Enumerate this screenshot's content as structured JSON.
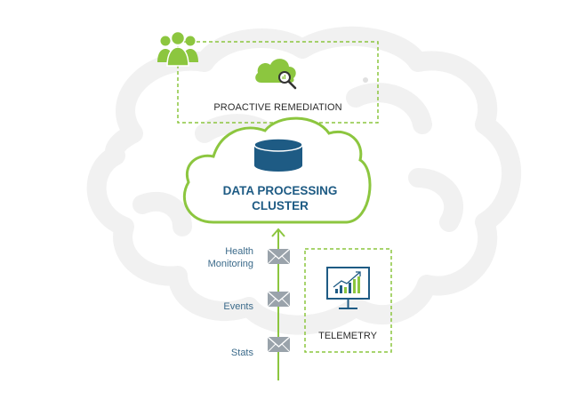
{
  "diagram": {
    "remediation": {
      "title": "PROACTIVE REMEDIATION",
      "icon": "cloud-magnifier-icon"
    },
    "cluster": {
      "title_line1": "DATA PROCESSING",
      "title_line2": "CLUSTER",
      "icon": "database-icon"
    },
    "users_icon": "users-icon",
    "flow_labels": {
      "health_line1": "Health",
      "health_line2": "Monitoring",
      "events": "Events",
      "stats": "Stats"
    },
    "telemetry": {
      "title": "TELEMETRY",
      "icon": "monitor-chart-icon"
    },
    "colors": {
      "green": "#8cc63f",
      "dark_blue": "#1e5b84",
      "envelope": "#9aa3ab",
      "brain_bg": "#f2f2f2"
    }
  }
}
